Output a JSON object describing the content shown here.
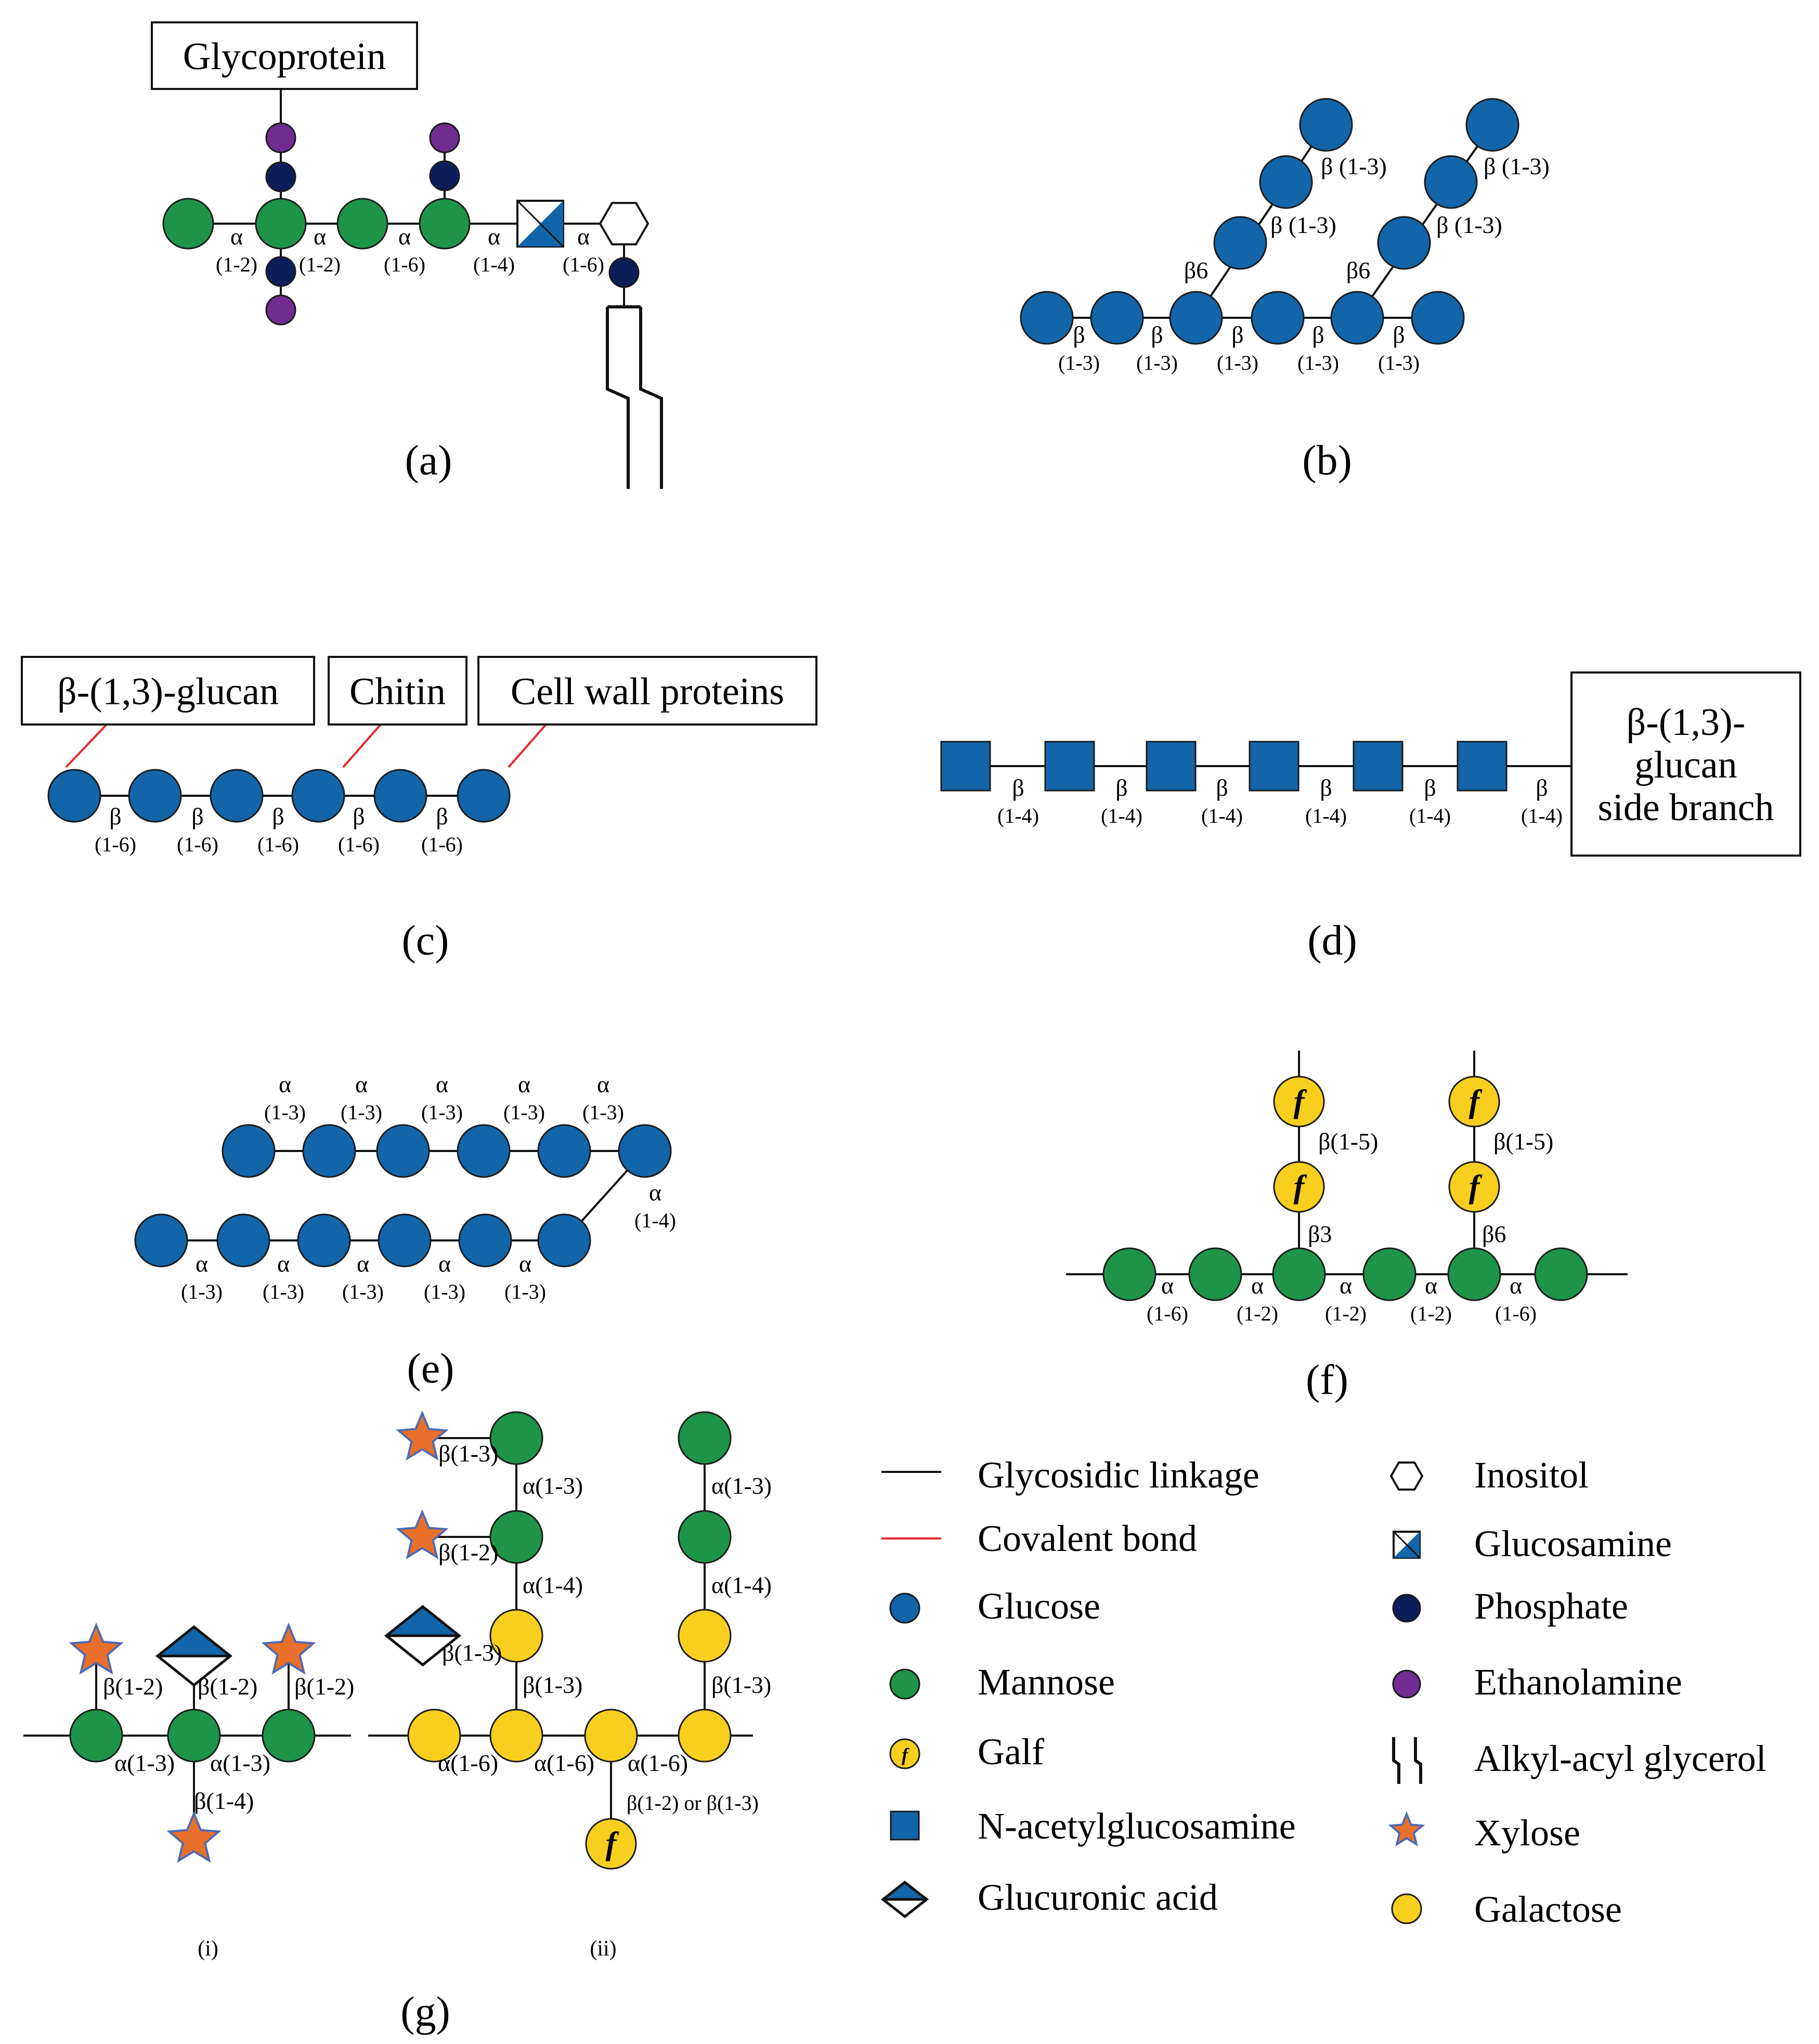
{
  "colors": {
    "glucose": "#1265a8",
    "mannose": "#1e9448",
    "galactose": "#f8cf1e",
    "phosphate": "#0b1e5a",
    "ethanolamine": "#6f2c91",
    "xylose": "#e8702a",
    "covalent": "#e8262a",
    "line": "#111111"
  },
  "panels": {
    "a": {
      "label": "(a)",
      "box": "Glycoprotein",
      "links": [
        {
          "t": "α",
          "p": "(1-2)"
        },
        {
          "t": "α",
          "p": "(1-2)"
        },
        {
          "t": "α",
          "p": "(1-6)"
        },
        {
          "t": "α",
          "p": "(1-4)"
        },
        {
          "t": "α",
          "p": "(1-6)"
        }
      ]
    },
    "b": {
      "label": "(b)",
      "main": [
        {
          "t": "β",
          "p": "(1-3)"
        },
        {
          "t": "β",
          "p": "(1-3)"
        },
        {
          "t": "β",
          "p": "(1-3)"
        },
        {
          "t": "β",
          "p": "(1-3)"
        },
        {
          "t": "β",
          "p": "(1-3)"
        }
      ],
      "branch": [
        "β6",
        "β (1-3)",
        "β (1-3)"
      ]
    },
    "c": {
      "label": "(c)",
      "boxes": [
        "β-(1,3)-glucan",
        "Chitin",
        "Cell wall proteins"
      ],
      "links": [
        {
          "t": "β",
          "p": "(1-6)"
        },
        {
          "t": "β",
          "p": "(1-6)"
        },
        {
          "t": "β",
          "p": "(1-6)"
        },
        {
          "t": "β",
          "p": "(1-6)"
        },
        {
          "t": "β",
          "p": "(1-6)"
        }
      ]
    },
    "d": {
      "label": "(d)",
      "box": [
        "β-(1,3)-",
        "glucan",
        "side branch"
      ],
      "links": [
        {
          "t": "β",
          "p": "(1-4)"
        },
        {
          "t": "β",
          "p": "(1-4)"
        },
        {
          "t": "β",
          "p": "(1-4)"
        },
        {
          "t": "β",
          "p": "(1-4)"
        },
        {
          "t": "β",
          "p": "(1-4)"
        },
        {
          "t": "β",
          "p": "(1-4)"
        }
      ]
    },
    "e": {
      "label": "(e)",
      "top": [
        {
          "t": "α",
          "p": "(1-3)"
        },
        {
          "t": "α",
          "p": "(1-3)"
        },
        {
          "t": "α",
          "p": "(1-3)"
        },
        {
          "t": "α",
          "p": "(1-3)"
        },
        {
          "t": "α",
          "p": "(1-3)"
        }
      ],
      "bottom": [
        {
          "t": "α",
          "p": "(1-3)"
        },
        {
          "t": "α",
          "p": "(1-3)"
        },
        {
          "t": "α",
          "p": "(1-3)"
        },
        {
          "t": "α",
          "p": "(1-3)"
        },
        {
          "t": "α",
          "p": "(1-3)"
        }
      ],
      "connector": {
        "t": "α",
        "p": "(1-4)"
      }
    },
    "f": {
      "label": "(f)",
      "glyph": "f",
      "links": [
        {
          "t": "α",
          "p": "(1-6)"
        },
        {
          "t": "α",
          "p": "(1-2)"
        },
        {
          "t": "α",
          "p": "(1-2)"
        },
        {
          "t": "α",
          "p": "(1-2)"
        },
        {
          "t": "α",
          "p": "(1-6)"
        }
      ],
      "b1": [
        "β(1-5)",
        "β3"
      ],
      "b2": [
        "β(1-5)",
        "β6"
      ]
    },
    "g": {
      "label": "(g)",
      "i": {
        "label": "(i)",
        "main": [
          "α(1-3)",
          "α(1-3)"
        ],
        "up": [
          "β(1-2)",
          "β(1-2)",
          "β(1-2)"
        ],
        "down": "β(1-4)"
      },
      "ii": {
        "label": "(ii)",
        "main": [
          "α(1-6)",
          "α(1-6)",
          "α(1-6)"
        ],
        "left": [
          "β(1-3)",
          "β(1-2)",
          "β(1-3)",
          "α(1-3)",
          "α(1-4)",
          "β(1-3)"
        ],
        "right": [
          "α(1-3)",
          "α(1-4)",
          "β(1-3)"
        ],
        "down": "β(1-2) or β(1-3)"
      }
    }
  },
  "legend": {
    "left": [
      "Glycosidic linkage",
      "Covalent bond",
      "Glucose",
      "Mannose",
      "Galf",
      "N-acetylglucosamine",
      "Glucuronic acid"
    ],
    "right": [
      "Inositol",
      "Glucosamine",
      "Phosphate",
      "Ethanolamine",
      "Alkyl-acyl glycerol",
      "Xylose",
      "Galactose"
    ]
  }
}
